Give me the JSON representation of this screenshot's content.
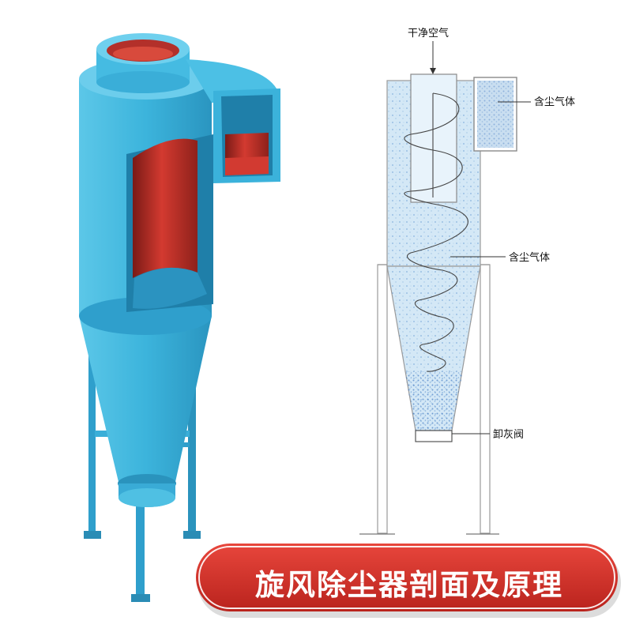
{
  "colors": {
    "body_blue": "#3fb6dc",
    "body_blue_dark": "#2a93bd",
    "body_blue_light": "#74d3ef",
    "interior_red": "#c8322b",
    "diagram_fill": "#cfe6f5",
    "dust": "#4a86c8",
    "outline": "#9a9a9a",
    "banner_red": "#d9332b"
  },
  "diagram": {
    "label_clean_air": "干净空气",
    "label_dusty_gas_inlet": "含尘气体",
    "label_dusty_gas_body": "含尘气体",
    "label_discharge_valve": "卸灰阀"
  },
  "banner": {
    "title": "旋风除尘器剖面及原理"
  }
}
